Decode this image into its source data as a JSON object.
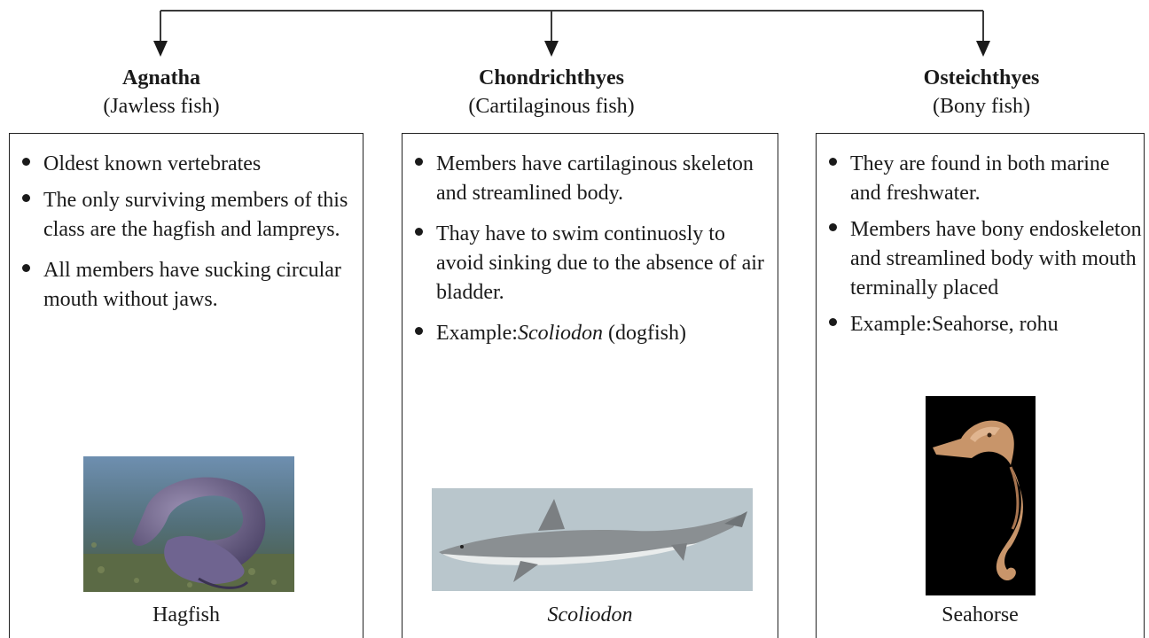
{
  "columns": [
    {
      "title": "Agnatha",
      "subtitle": "(Jawless fish)",
      "bullets": [
        "Oldest known vertebrates",
        "The only surviving members of this class are the hagfish and lampreys.",
        "All  members have sucking circular mouth without jaws."
      ],
      "image_icon": "hagfish-photo",
      "caption": "Hagfish"
    },
    {
      "title": "Chondrichthyes",
      "subtitle": "(Cartilaginous fish)",
      "bullets": [
        "Members have cartilaginous skeleton and streamlined body.",
        "Thay have to swim continuosly to avoid sinking due to the absence of air bladder."
      ],
      "example_prefix": "Example:",
      "example_genus": "Scoliodon",
      "example_suffix": " (dogfish)",
      "image_icon": "shark-photo",
      "caption": "Scoliodon"
    },
    {
      "title": "Osteichthyes",
      "subtitle": "(Bony fish)",
      "bullets": [
        "They are found in both marine and freshwater.",
        "Members have bony endoskeleton and streamlined body with mouth terminally placed",
        "Example:Seahorse, rohu"
      ],
      "image_icon": "seahorse-photo",
      "caption": "Seahorse"
    }
  ],
  "colors": {
    "line": "#3a3a3a",
    "text": "#1a1a1a"
  }
}
